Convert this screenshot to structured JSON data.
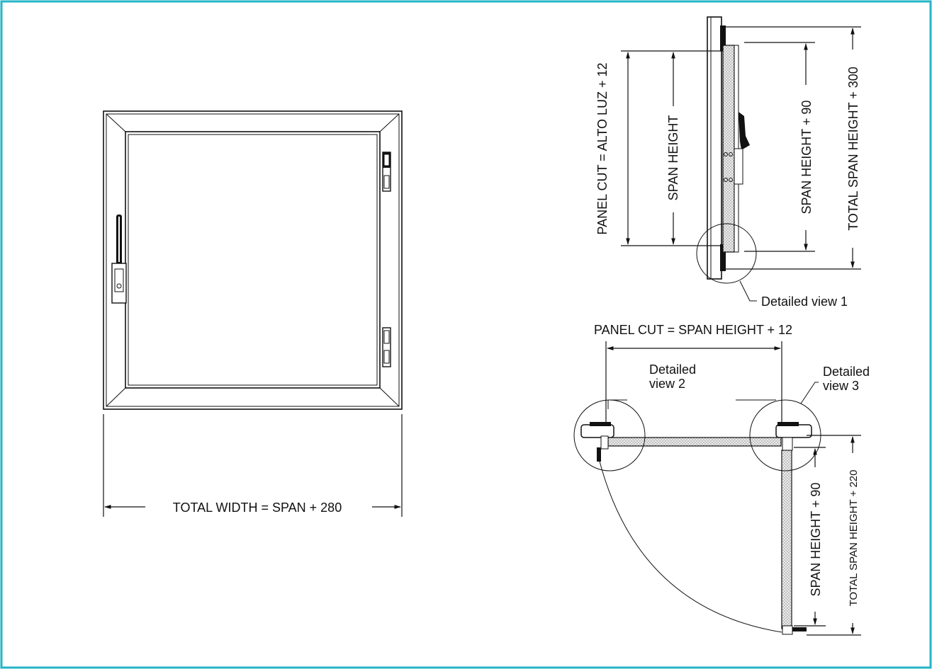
{
  "colors": {
    "border": "#25b4c7",
    "line": "#111111",
    "background": "#ffffff",
    "insulation": "#d8d8d8"
  },
  "front_view": {
    "width_label": "TOTAL WIDTH = SPAN + 280"
  },
  "side_view": {
    "panel_cut_label": "PANEL CUT = ALTO LUZ + 12",
    "span_height_label": "SPAN HEIGHT",
    "span_height_plus_label": "SPAN HEIGHT + 90",
    "total_span_label": "TOTAL SPAN HEIGHT + 300",
    "detail_label": "Detailed view 1"
  },
  "plan_view": {
    "panel_cut_label": "PANEL CUT = SPAN HEIGHT + 12",
    "detail2_line1": "Detailed",
    "detail2_line2": "view 2",
    "detail3_line1": "Detailed",
    "detail3_line2": "view 3",
    "span_height_plus_label": "SPAN HEIGHT + 90",
    "total_span_label": "TOTAL SPAN HEIGHT + 220"
  }
}
